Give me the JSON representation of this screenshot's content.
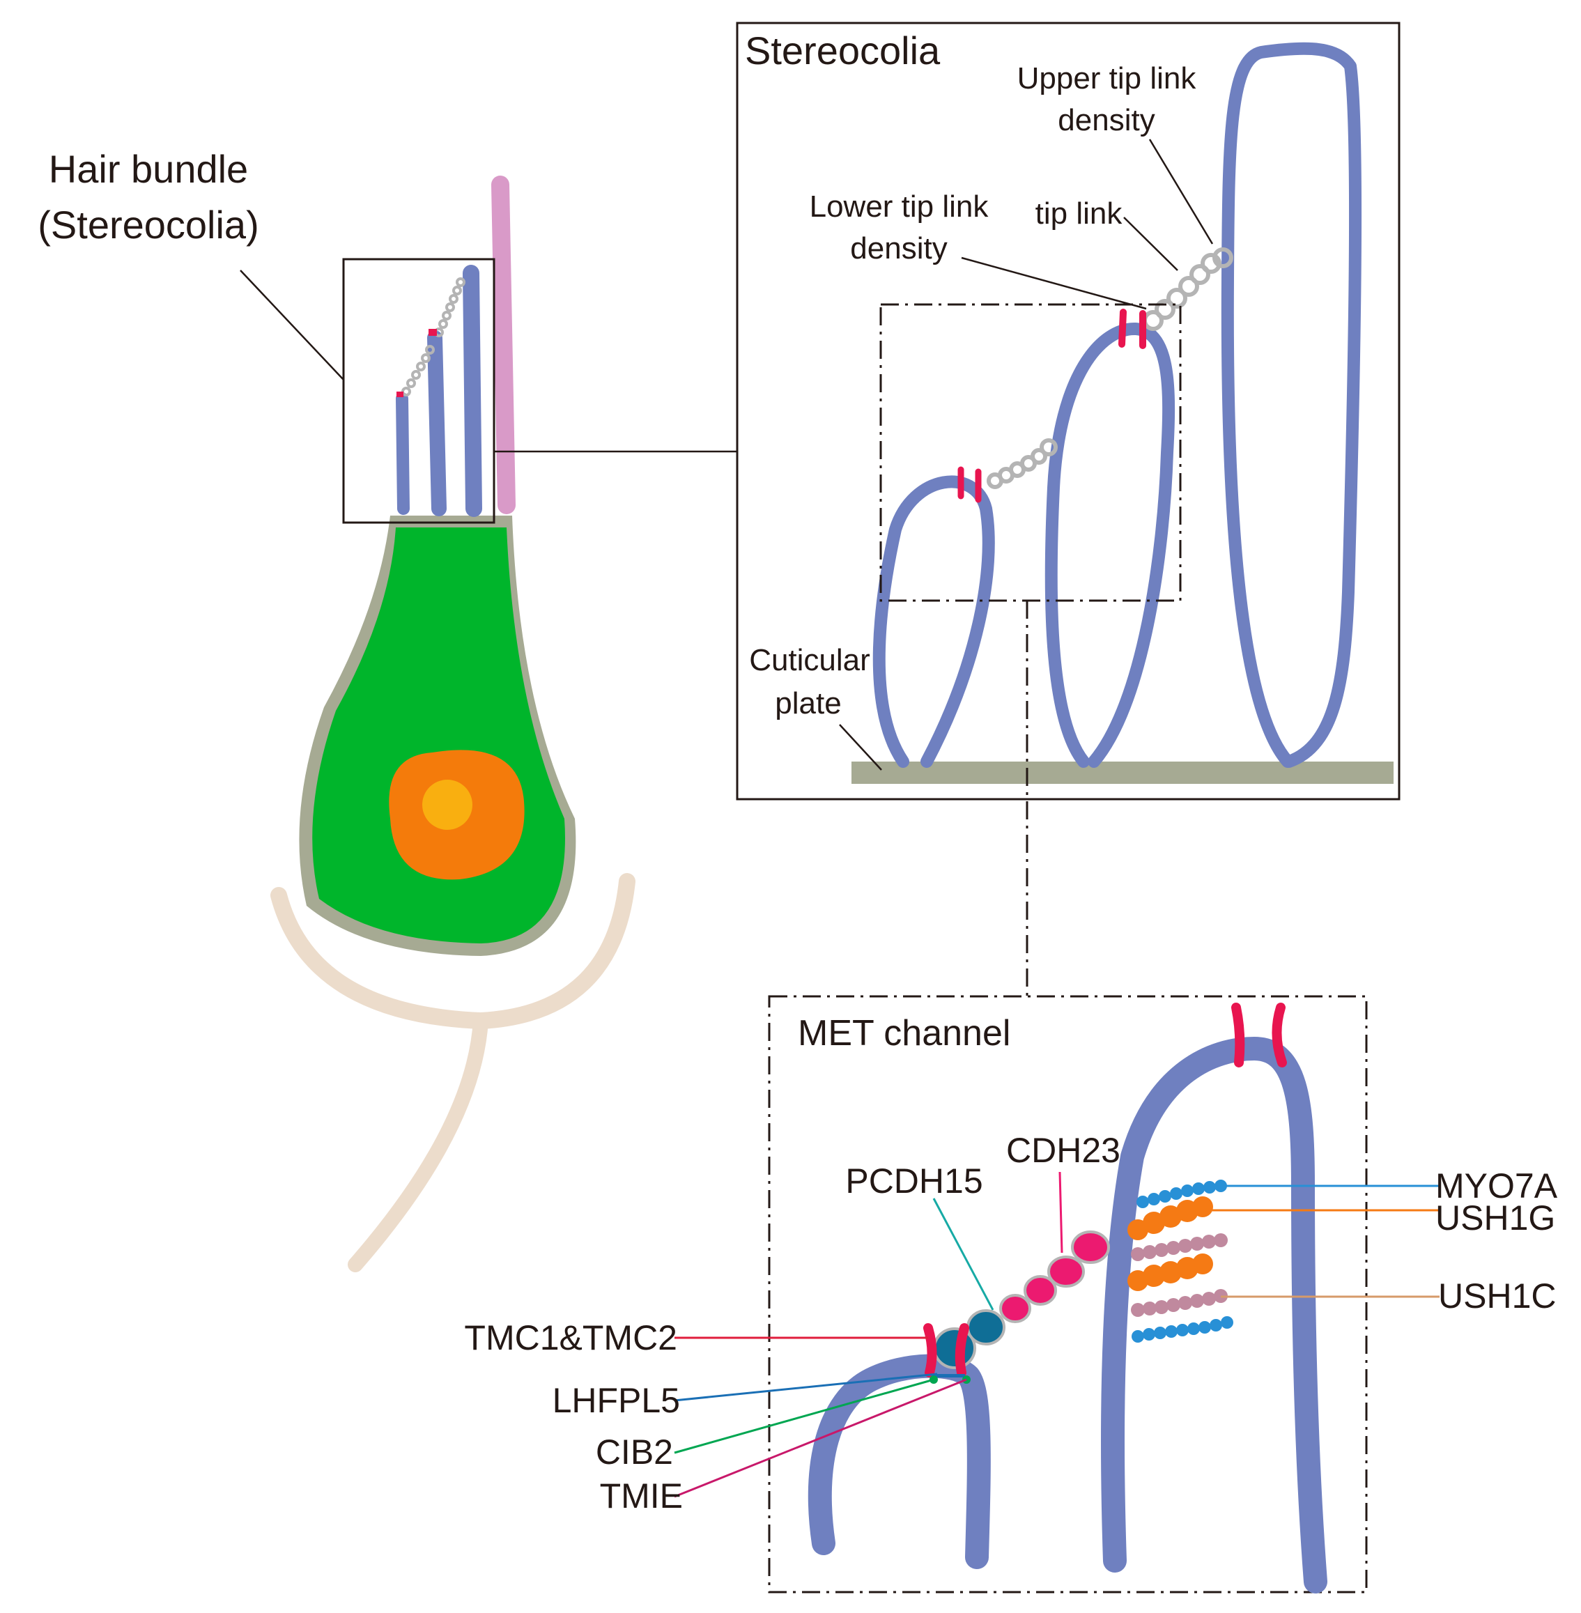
{
  "labels": {
    "hair_bundle_line1": "Hair bundle",
    "hair_bundle_line2": "(Stereocolia)",
    "stereocilia_title": "Stereocolia",
    "upper_density_line1": "Upper tip link",
    "upper_density_line2": "density",
    "lower_density_line1": "Lower tip link",
    "lower_density_line2": "density",
    "tip_link": "tip link",
    "cuticular_line1": "Cuticular",
    "cuticular_line2": "plate",
    "met_title": "MET channel",
    "cdh23": "CDH23",
    "pcdh15": "PCDH15",
    "tmc": "TMC1&TMC2",
    "lhfpl5": "LHFPL5",
    "cib2": "CIB2",
    "tmie": "TMIE",
    "myo7a": "MYO7A",
    "ush1g": "USH1G",
    "ush1c": "USH1C"
  },
  "colors": {
    "stereocilium": "#6f80c0",
    "tip_link": "#b4b4b4",
    "density": "#e8154f",
    "kinocilium": "#d99ac8",
    "cytoplasm": "#00b52b",
    "membrane": "#a6aa93",
    "nucleus": "#f47b0b",
    "nucleolus": "#f9af10",
    "nerve": "#ecdccb",
    "cuticular_plate": "#a6aa93",
    "pcdh15": "#0f6e96",
    "cdh23": "#ec1a70",
    "myo7a": "#2890d6",
    "ush1g": "#f57a14",
    "ush1c": "#c0899e",
    "tmc_line": "#e01e3c",
    "lhfpl5_line": "#1a6fb5",
    "cib2_line": "#00a651",
    "tmie_line": "#c8186a",
    "pcdh15_line": "#17aaa5",
    "ush1c_line": "#d69a6a"
  }
}
